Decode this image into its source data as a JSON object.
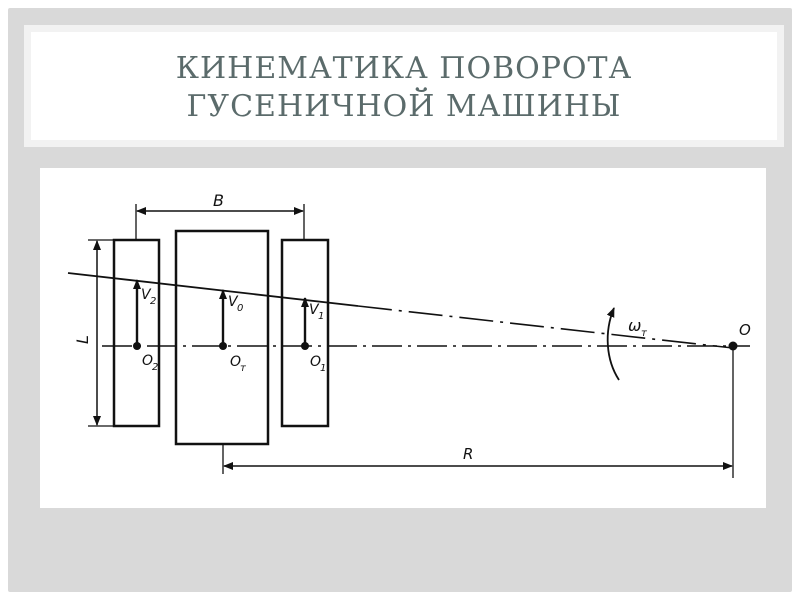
{
  "title": {
    "line1": "КИНЕМАТИКА ПОВОРОТА",
    "line2": "ГУСЕНИЧНОЙ МАШИНЫ"
  },
  "diagram": {
    "labels": {
      "track_width": "B",
      "track_length": "L",
      "turn_radius": "R",
      "turn_center": "O",
      "angular_velocity": "ω",
      "angular_velocity_sub": "т",
      "v_left": "V",
      "v_left_sub": "2",
      "v_center": "V",
      "v_center_sub": "0",
      "v_right": "V",
      "v_right_sub": "1",
      "o_left": "O",
      "o_left_sub": "2",
      "o_center": "O",
      "o_center_sub": "т",
      "o_right": "O",
      "o_right_sub": "1"
    }
  }
}
